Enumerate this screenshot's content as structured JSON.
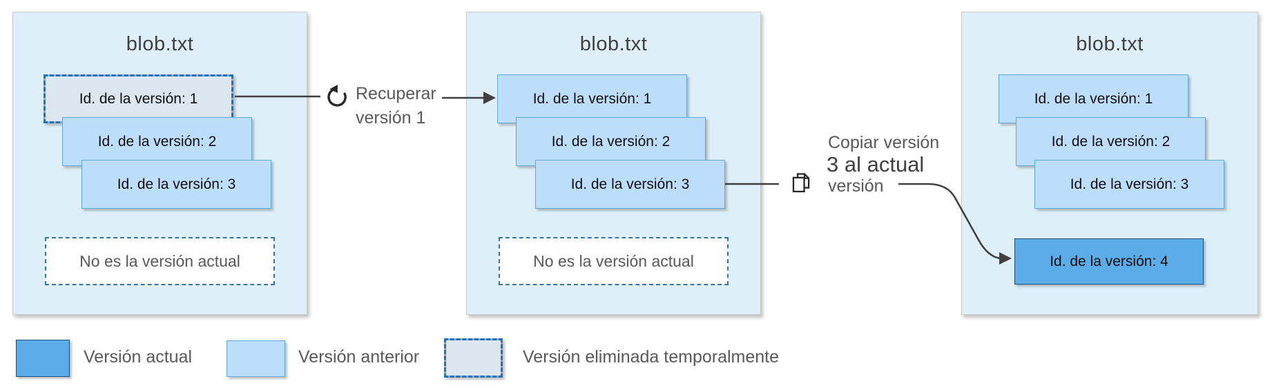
{
  "panels": [
    {
      "title": "blob.txt",
      "versions": [
        {
          "label": "Id. de la versión: 1",
          "state": "deleted"
        },
        {
          "label": "Id. de la versión: 2",
          "state": "previous"
        },
        {
          "label": "Id. de la versión: 3",
          "state": "previous"
        }
      ],
      "placeholder": "No es la versión actual"
    },
    {
      "title": "blob.txt",
      "versions": [
        {
          "label": "Id. de la versión: 1",
          "state": "previous"
        },
        {
          "label": "Id. de la versión: 2",
          "state": "previous"
        },
        {
          "label": "Id. de la versión: 3",
          "state": "previous"
        }
      ],
      "placeholder": "No es la versión actual"
    },
    {
      "title": "blob.txt",
      "versions": [
        {
          "label": "Id. de la versión: 1",
          "state": "previous"
        },
        {
          "label": "Id. de la versión: 2",
          "state": "previous"
        },
        {
          "label": "Id. de la versión: 3",
          "state": "previous"
        },
        {
          "label": "Id. de la versión: 4",
          "state": "current"
        }
      ]
    }
  ],
  "annotations": {
    "restore": {
      "line1": "Recuperar",
      "line2": "versión 1",
      "icon": "undo-icon"
    },
    "copy": {
      "line1": "Copiar versión",
      "line2": "3 al actual",
      "line3": "versión",
      "icon": "copy-icon"
    }
  },
  "legend": [
    {
      "label": "Versión actual",
      "style": "current"
    },
    {
      "label": "Versión anterior",
      "style": "previous"
    },
    {
      "label": "Versión eliminada temporalmente",
      "style": "deleted"
    }
  ],
  "colors": {
    "panel_bg": "#DFEFF9",
    "previous_fill": "#BDDEFA",
    "current_fill": "#5AADE9",
    "deleted_fill": "#DBE6EF",
    "deleted_dash_blue": "#1474CE",
    "placeholder_dash_blue": "#2E75B6",
    "connector_gray": "#404040",
    "text_gray": "#595959",
    "box_text": "#0d0d0d"
  }
}
